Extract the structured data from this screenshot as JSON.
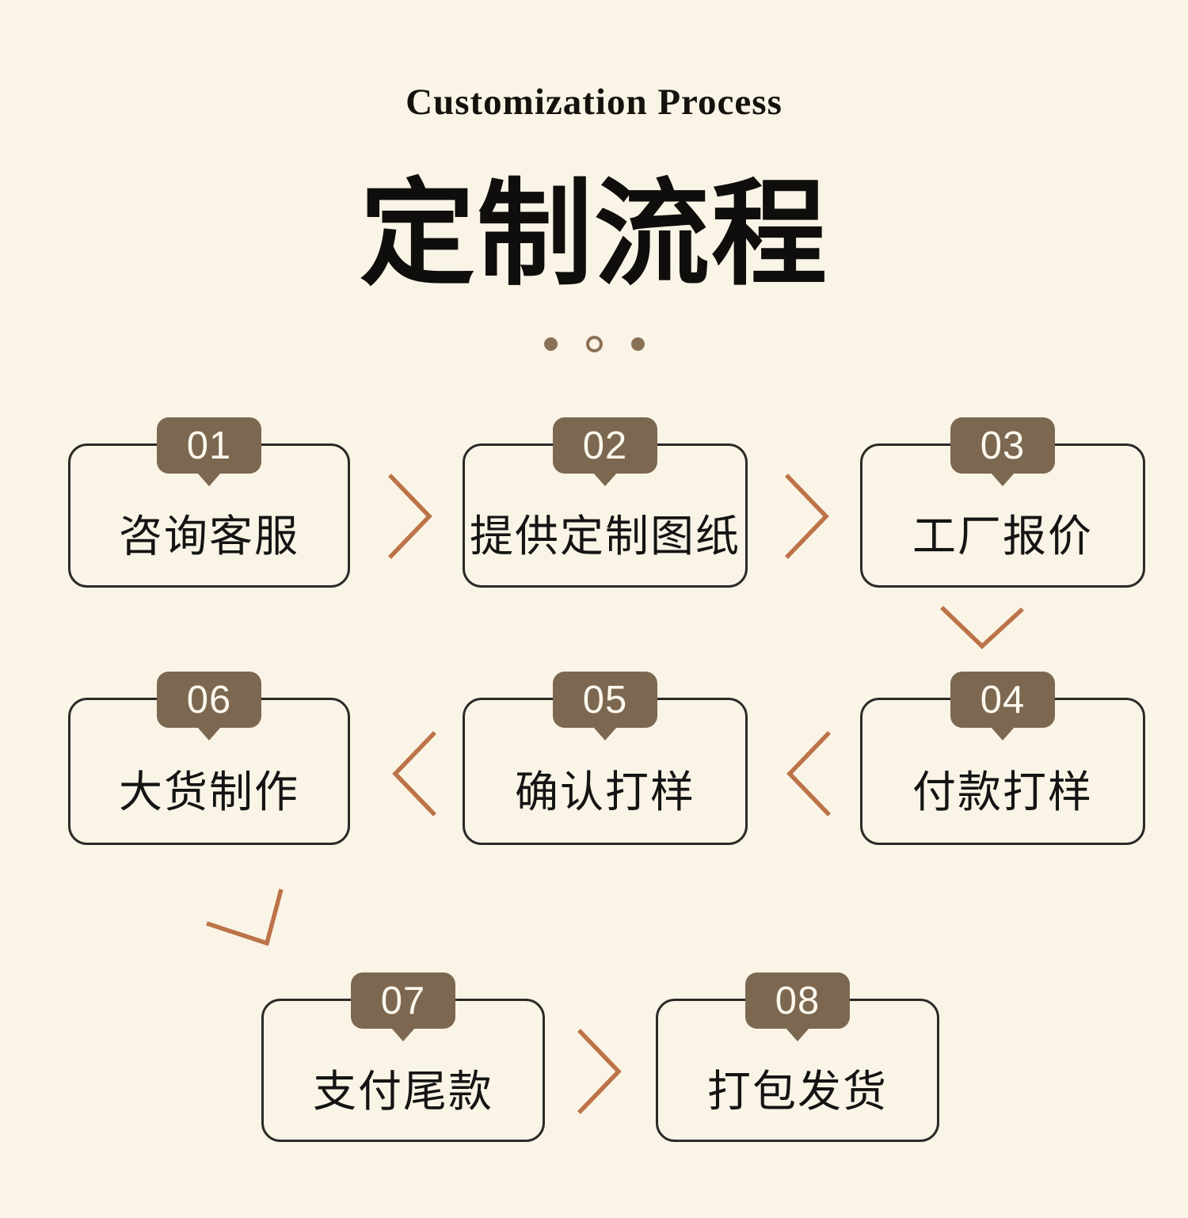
{
  "page": {
    "subtitle": "Customization Process",
    "title": "定制流程"
  },
  "colors": {
    "background": "#faf4e6",
    "badge": "#7c6851",
    "badge_text": "#fdf8ee",
    "border": "#2b2a28",
    "arrow": "#bc7348",
    "text": "#141414",
    "dot": "#8a7055"
  },
  "dots": [
    "filled",
    "outline",
    "filled"
  ],
  "steps": [
    {
      "number": "01",
      "label": "咨询客服"
    },
    {
      "number": "02",
      "label": "提供定制图纸"
    },
    {
      "number": "03",
      "label": "工厂报价"
    },
    {
      "number": "04",
      "label": "付款打样"
    },
    {
      "number": "05",
      "label": "确认打样"
    },
    {
      "number": "06",
      "label": "大货制作"
    },
    {
      "number": "07",
      "label": "支付尾款"
    },
    {
      "number": "08",
      "label": "打包发货"
    }
  ],
  "arrows": [
    {
      "from": "01",
      "to": "02",
      "direction": "right"
    },
    {
      "from": "02",
      "to": "03",
      "direction": "right"
    },
    {
      "from": "03",
      "to": "04",
      "direction": "down"
    },
    {
      "from": "04",
      "to": "05",
      "direction": "left"
    },
    {
      "from": "05",
      "to": "06",
      "direction": "left"
    },
    {
      "from": "06",
      "to": "07",
      "direction": "down-left"
    },
    {
      "from": "07",
      "to": "08",
      "direction": "right"
    }
  ]
}
